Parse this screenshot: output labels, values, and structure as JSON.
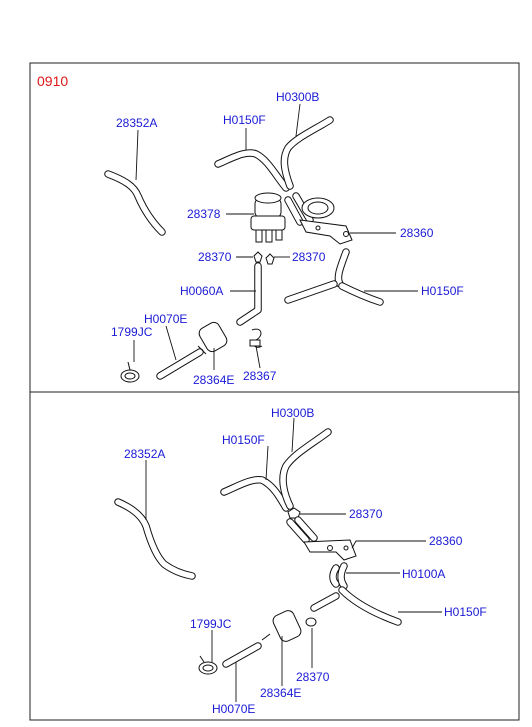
{
  "section_code": "0910",
  "top_panel": {
    "labels": {
      "h0300b": "H0300B",
      "h0150f_upper": "H0150F",
      "p28352a": "28352A",
      "p28378": "28378",
      "p28360": "28360",
      "p28370_left": "28370",
      "p28370_right": "28370",
      "h0060a": "H0060A",
      "h0150f_lower": "H0150F",
      "h0070e": "H0070E",
      "p1799jc": "1799JC",
      "p28364e": "28364E",
      "p28367": "28367"
    }
  },
  "bottom_panel": {
    "labels": {
      "h0300b": "H0300B",
      "h0150f_upper": "H0150F",
      "p28352a": "28352A",
      "p28370_upper": "28370",
      "p28360": "28360",
      "h0100a": "H0100A",
      "h0150f_lower": "H0150F",
      "p1799jc": "1799JC",
      "p28370_lower": "28370",
      "p28364e": "28364E",
      "h0070e": "H0070E"
    }
  }
}
